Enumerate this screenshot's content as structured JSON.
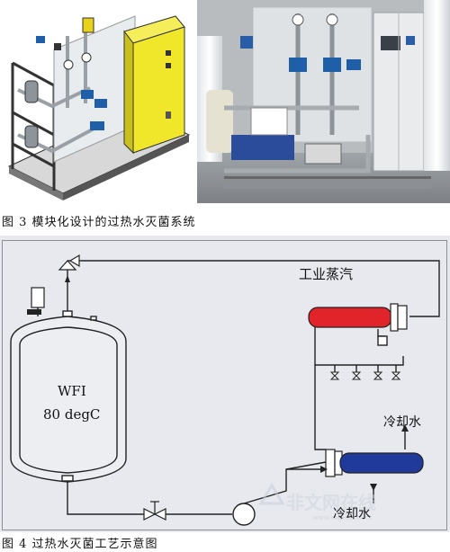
{
  "figure3": {
    "caption": "图 3 模块化设计的过热水灭菌系统"
  },
  "figure4": {
    "caption": "图 4 过热水灭菌工艺示意图",
    "labels": {
      "industrial_steam": "工业蒸汽",
      "vessel_name": "WFI",
      "vessel_temp": "80 degC",
      "cooling_water_out": "冷却水",
      "cooling_water_in": "冷却水"
    },
    "watermark": "非文网在线",
    "watermark_url": "www.vogel.com.cn"
  },
  "colors": {
    "heater": "#e0242a",
    "cooler": "#1f3a9b",
    "cabinet": "#f0e62a",
    "diagram_bg": "#e7e9ef",
    "line": "#222222"
  }
}
